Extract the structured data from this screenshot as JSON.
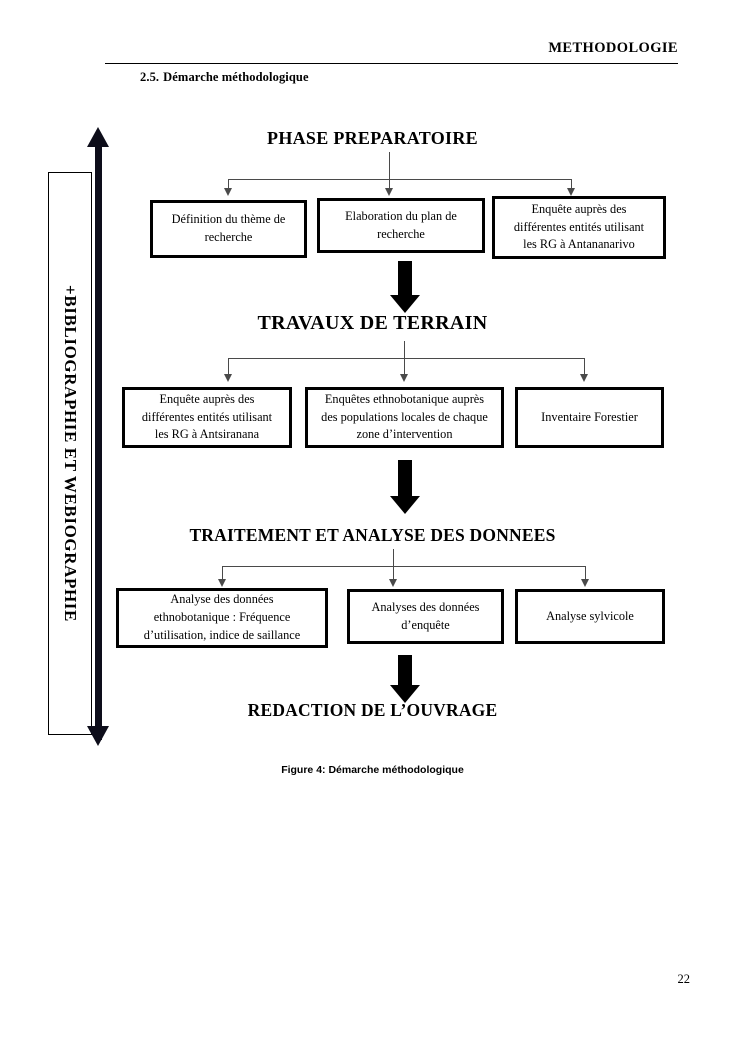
{
  "header": {
    "running_title": "METHODOLOGIE",
    "section_number": "2.5.",
    "section_title": "Démarche méthodologique"
  },
  "sidebar": {
    "label": "+BIBLIOGRAPHIE ET WEBIOGRAPHIE",
    "arrow": "double-headed-vertical-arrow"
  },
  "chart_data": {
    "type": "diagram",
    "title": "Démarche méthodologique",
    "phases": [
      {
        "title": "PHASE PREPARATOIRE",
        "boxes": [
          "Définition du thème de recherche",
          "Elaboration du plan de recherche",
          "Enquête auprès des différentes entités utilisant les RG à Antananarivo"
        ]
      },
      {
        "title": "TRAVAUX DE TERRAIN",
        "boxes": [
          "Enquête auprès des différentes entités utilisant les RG à Antsiranana",
          "Enquêtes ethnobotanique auprès des populations locales de chaque zone d’intervention",
          "Inventaire Forestier"
        ]
      },
      {
        "title": "TRAITEMENT ET ANALYSE DES DONNEES",
        "boxes": [
          "Analyse des données ethnobotanique : Fréquence d’utilisation, indice de saillance",
          "Analyses des données d’enquête",
          "Analyse sylvicole"
        ]
      },
      {
        "title": "REDACTION DE L’OUVRAGE",
        "boxes": []
      }
    ]
  },
  "phase1": {
    "title": "PHASE PREPARATOIRE",
    "box1": {
      "line1": "Définition du thème de",
      "line2": "recherche"
    },
    "box2": {
      "line1": "Elaboration du plan de",
      "line2": "recherche"
    },
    "box3": {
      "line1": "Enquête auprès des",
      "line2": "différentes entités utilisant",
      "line3": "les RG à Antananarivo"
    }
  },
  "phase2": {
    "title": "TRAVAUX DE TERRAIN",
    "box1": {
      "line1": "Enquête auprès des",
      "line2": "différentes entités utilisant",
      "line3": "les RG à Antsiranana"
    },
    "box2": {
      "line1": "Enquêtes ethnobotanique auprès",
      "line2": "des populations locales de chaque",
      "line3": "zone d’intervention"
    },
    "box3": {
      "line1": "Inventaire Forestier"
    }
  },
  "phase3": {
    "title": "TRAITEMENT ET ANALYSE DES DONNEES",
    "box1": {
      "line1": "Analyse des données",
      "line2": "ethnobotanique : Fréquence",
      "line3": "d’utilisation, indice de saillance"
    },
    "box2": {
      "line1": "Analyses des données",
      "line2": "d’enquête"
    },
    "box3": {
      "line1": "Analyse sylvicole"
    }
  },
  "phase4": {
    "title": "REDACTION DE L’OUVRAGE"
  },
  "caption": "Figure 4: Démarche méthodologique",
  "page_number": "22",
  "colors": {
    "text": "#000000",
    "box_border": "#000000",
    "thin_connector": "#4a4a4a",
    "block_arrow": "#000000",
    "page_background": "#ffffff"
  }
}
